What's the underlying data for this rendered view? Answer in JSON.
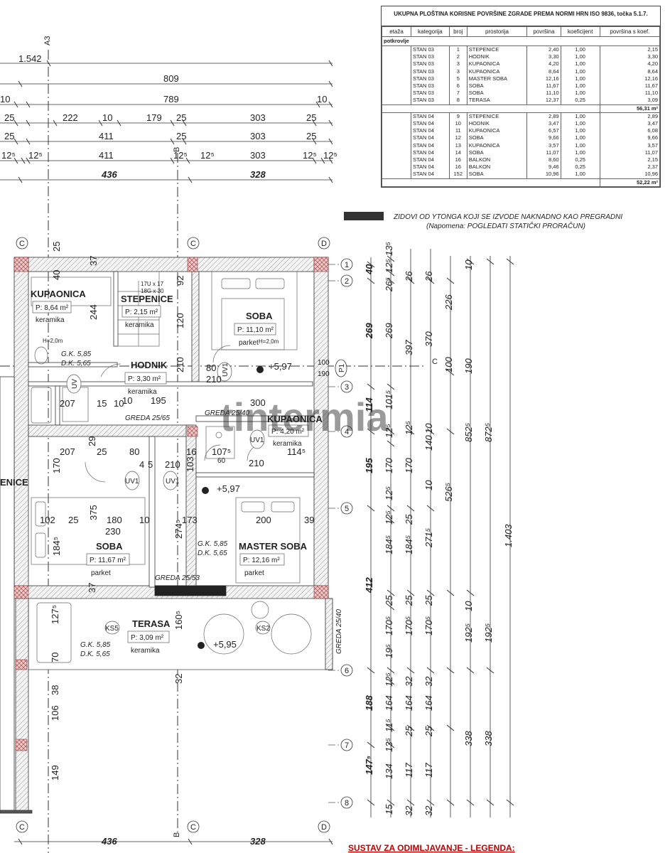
{
  "table": {
    "caption": "UKUPNA PLOŠTINA KORISNE POVRŠINE ZGRADE PREMA NORMI HRN ISO 9836, točka 5.1.7.",
    "headers": [
      "etaža",
      "kategorija",
      "broj",
      "prostorija",
      "površina",
      "koeficijent",
      "površina s koef."
    ],
    "section_label": "potkrovlje",
    "stan03_rows": [
      [
        "STAN 03",
        "1",
        "STEPENICE",
        "2,40",
        "1,00",
        "2,15"
      ],
      [
        "STAN 03",
        "2",
        "HODNIK",
        "3,30",
        "1,00",
        "3,30"
      ],
      [
        "STAN 03",
        "3",
        "KUPAONICA",
        "4,20",
        "1,00",
        "4,20"
      ],
      [
        "STAN 03",
        "3",
        "KUPAONICA",
        "8,64",
        "1,00",
        "8,64"
      ],
      [
        "STAN 03",
        "5",
        "MASTER SOBA",
        "12,16",
        "1,00",
        "12,16"
      ],
      [
        "STAN 03",
        "6",
        "SOBA",
        "11,67",
        "1,00",
        "11,67"
      ],
      [
        "STAN 03",
        "7",
        "SOBA",
        "11,10",
        "1,00",
        "11,10"
      ],
      [
        "STAN 03",
        "8",
        "TERASA",
        "12,37",
        "0,25",
        "3,09"
      ]
    ],
    "stan03_total": "56,31 m²",
    "stan04_rows": [
      [
        "STAN 04",
        "9",
        "STEPENICE",
        "2,89",
        "1,00",
        "2,89"
      ],
      [
        "STAN 04",
        "10",
        "HODNIK",
        "3,47",
        "1,00",
        "3,47"
      ],
      [
        "STAN 04",
        "11",
        "KUPAONICA",
        "6,57",
        "1,00",
        "6,08"
      ],
      [
        "STAN 04",
        "12",
        "SOBA",
        "9,66",
        "1,00",
        "9,66"
      ],
      [
        "STAN 04",
        "13",
        "KUPAONICA",
        "3,57",
        "1,00",
        "3,57"
      ],
      [
        "STAN 04",
        "14",
        "SOBA",
        "11,07",
        "1,00",
        "11,07"
      ],
      [
        "STAN 04",
        "16",
        "BALKON",
        "8,60",
        "0,25",
        "2,15"
      ],
      [
        "STAN 04",
        "16",
        "BALKON",
        "9,46",
        "0,25",
        "2,37"
      ],
      [
        "STAN 04",
        "152",
        "SOBA",
        "10,96",
        "1,00",
        "10,96"
      ]
    ],
    "stan04_total": "52,22 m²"
  },
  "legend": {
    "line1": "ZIDOVI OD YTONGA KOJI SE IZVODE NAKNADNO KAO PREGRADNI",
    "line2": "(Napomena: POGLEDATI STATIČKI PRORAČUN)",
    "swatch_color": "#333333"
  },
  "bottom_title": "SUSTAV ZA ODIMLJAVANJE - LEGENDA:",
  "axes": {
    "a3": "A3",
    "b": "B",
    "c": "C",
    "d": "D",
    "rows": [
      "1",
      "2",
      "3",
      "4",
      "5",
      "6",
      "7",
      "8"
    ]
  },
  "top_dims": {
    "r1": [
      "1.542"
    ],
    "r2": [
      "809"
    ],
    "r3": [
      "10",
      "789",
      "10"
    ],
    "r4": [
      "25",
      "222",
      "10",
      "179",
      "25",
      "303",
      "25"
    ],
    "r5": [
      "25",
      "411",
      "25",
      "303",
      "25"
    ],
    "r6": [
      "12⁵",
      "12⁵",
      "411",
      "12⁵",
      "12⁵",
      "303",
      "12⁵",
      "12⁵"
    ],
    "r7": [
      "436",
      "328"
    ]
  },
  "bottom_dims": [
    "436",
    "328"
  ],
  "rooms": {
    "kupaonica1": {
      "name": "KUPAONICA",
      "area": "P: 8,64 m²",
      "floor": "keramika"
    },
    "stepenice": {
      "name": "STEPENICE",
      "area": "P: 2,15 m²",
      "floor": "keramika"
    },
    "soba1": {
      "name": "SOBA",
      "area": "P: 11,10 m²",
      "floor": "parket"
    },
    "hodnik": {
      "name": "HODNIK",
      "area": "P: 3,30 m²",
      "floor": "keramika"
    },
    "kupaonica2": {
      "name": "KUPAONICA",
      "area": "P: 4,20 m²",
      "floor": "keramika"
    },
    "soba2": {
      "name": "SOBA",
      "area": "P: 11,67 m²",
      "floor": "parket"
    },
    "master": {
      "name": "MASTER SOBA",
      "area": "P: 12,16 m²",
      "floor": "parket"
    },
    "terasa": {
      "name": "TERASA",
      "area": "P: 3,09 m²",
      "floor": "keramika"
    },
    "edge_label": "ENICE"
  },
  "levels": [
    "+5,97",
    "+5,97",
    "+5,95"
  ],
  "beams": [
    "GREDA 25/65",
    "GREDA 25/40",
    "GREDA 25/53",
    "GREDA 25/40"
  ],
  "gk_dk": {
    "a": [
      "G.K. 5,85",
      "D.K. 5,65"
    ],
    "b": [
      "G.K. 5,85",
      "D.K. 5,65"
    ],
    "c": [
      "G.K. 5,85",
      "D.K. 5,65"
    ]
  },
  "vents": [
    "UV1",
    "UV1",
    "UV1",
    "UV1",
    "UV",
    "KS5",
    "KS2",
    "P1"
  ],
  "interior_dims": [
    "244",
    "40",
    "37",
    "120",
    "92",
    "210",
    "80",
    "210",
    "195",
    "10",
    "207",
    "15",
    "10",
    "207",
    "25",
    "29",
    "80",
    "300",
    "107⁵",
    "114⁵",
    "60",
    "210",
    "170",
    "102",
    "25",
    "180",
    "10",
    "173",
    "200",
    "230",
    "39",
    "375",
    "274⁵",
    "184⁵",
    "37",
    "127⁵",
    "160⁵",
    "106",
    "149",
    "32",
    "25",
    "70",
    "38",
    "H=2,0m",
    "H=2,0m",
    "17U x 17",
    "18G x 30",
    "100",
    "190",
    "4",
    "5",
    "16",
    "103",
    "210"
  ],
  "right_dims": {
    "c1": [
      "40",
      "269",
      "114",
      "195",
      "412",
      "188",
      "147⁵"
    ],
    "c2": [
      "13⁵",
      "12⁵",
      "26⁵",
      "269",
      "101⁵",
      "12⁵",
      "170",
      "12⁵",
      "12⁵",
      "184⁵",
      "25",
      "170⁵",
      "19⁵",
      "12⁵",
      "164",
      "11⁵",
      "13⁵",
      "134",
      "15"
    ],
    "c3": [
      "26",
      "397",
      "12⁵",
      "170",
      "25",
      "184⁵",
      "25",
      "170⁵",
      "32",
      "164",
      "25",
      "117",
      "32"
    ],
    "c4": [
      "26",
      "370",
      "10",
      "140",
      "10",
      "271⁵",
      "25",
      "170⁵",
      "32",
      "164",
      "25",
      "117",
      "32"
    ],
    "c5": [
      "226",
      "100",
      "190",
      "526⁵",
      "10",
      "192⁵",
      "338"
    ],
    "c6": [
      "10",
      "852⁵",
      "192⁵",
      "338"
    ],
    "c7": [
      "872⁵"
    ],
    "c8": [
      "1.403"
    ]
  },
  "watermark": "tintermia"
}
